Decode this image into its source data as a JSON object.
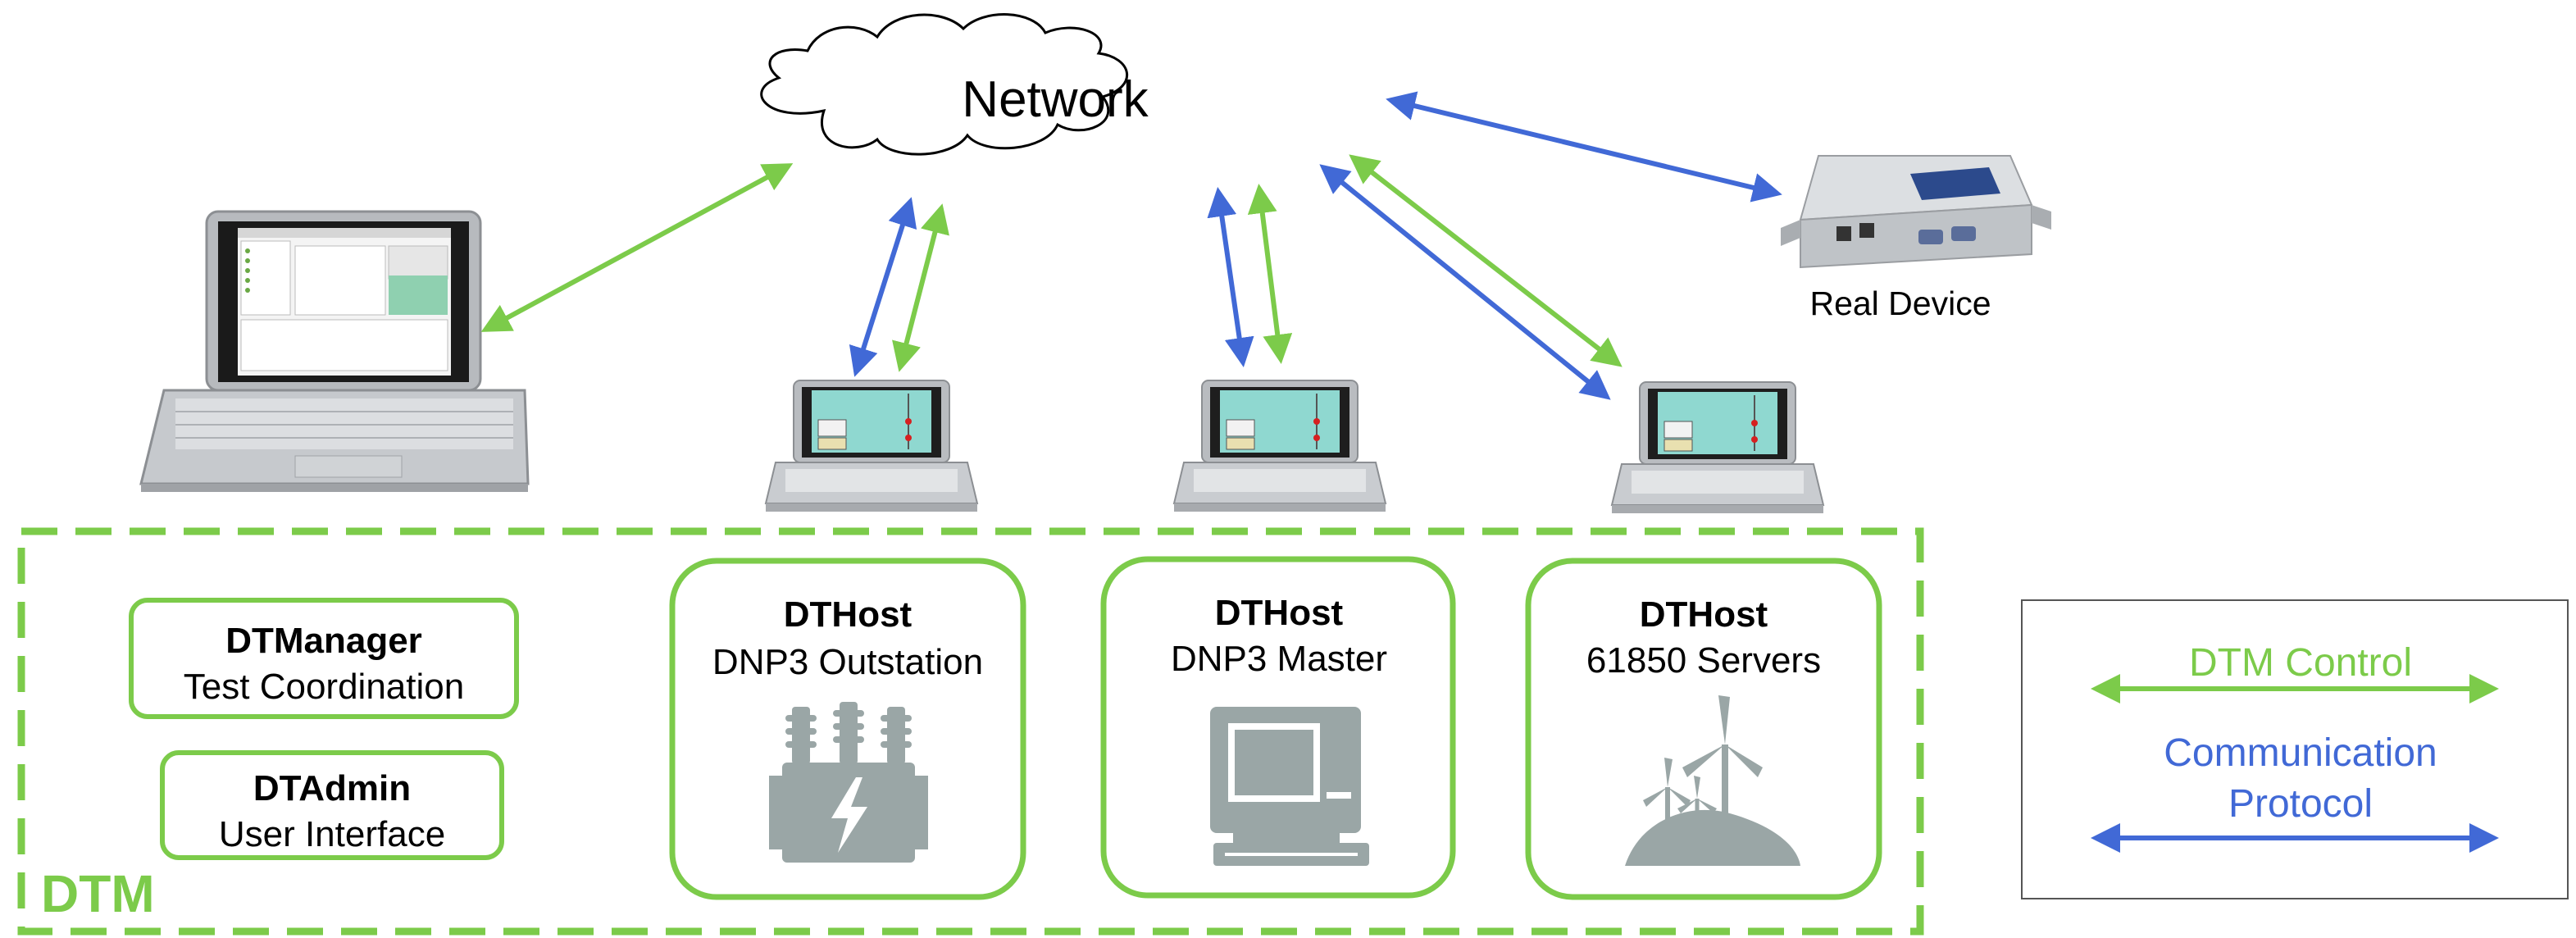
{
  "colors": {
    "control": "#7ccb4a",
    "protocol": "#4169d6",
    "icon_gray": "#9aa6a6",
    "text": "#000000"
  },
  "network": {
    "label": "Network"
  },
  "real_device": {
    "label": "Real Device"
  },
  "dtm": {
    "label": "DTM",
    "manager": {
      "title": "DTManager",
      "subtitle": "Test Coordination"
    },
    "admin": {
      "title": "DTAdmin",
      "subtitle": "User Interface"
    },
    "hosts": [
      {
        "title": "DTHost",
        "subtitle": "DNP3 Outstation",
        "icon": "transformer-icon"
      },
      {
        "title": "DTHost",
        "subtitle": "DNP3 Master",
        "icon": "computer-icon"
      },
      {
        "title": "DTHost",
        "subtitle": "61850 Servers",
        "icon": "wind-turbine-icon"
      }
    ]
  },
  "legend": {
    "control_label": "DTM Control",
    "protocol_label_line1": "Communication",
    "protocol_label_line2": "Protocol"
  }
}
